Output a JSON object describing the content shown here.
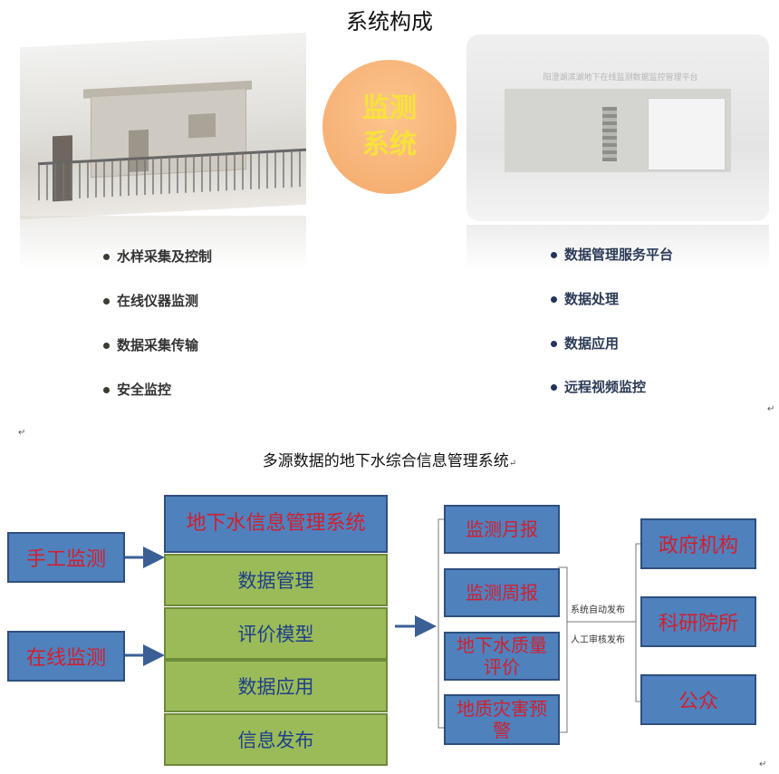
{
  "header": {
    "title": "系统构成"
  },
  "circle": {
    "label": "监测系统"
  },
  "screen": {
    "header_text": "阳澄湖滨湖地下在线监测数据监控管理平台"
  },
  "left_bullets": [
    "水样采集及控制",
    "在线仪器监测",
    "数据采集传输",
    "安全监控"
  ],
  "right_bullets": [
    "数据管理服务平台",
    "数据处理",
    "数据应用",
    "远程视频监控"
  ],
  "para_mark": "↵",
  "diagram": {
    "title": "多源数据的地下水综合信息管理系统",
    "inputs": [
      "手工监测",
      "在线监测"
    ],
    "system_title": "地下水信息管理系统",
    "modules": [
      "数据管理",
      "评价模型",
      "数据应用",
      "信息发布"
    ],
    "outputs": [
      "监测月报",
      "监测周报",
      "地下水质量评价",
      "地质灾害预警"
    ],
    "publish_labels": [
      "系统自动发布",
      "人工审核发布"
    ],
    "recipients": [
      "政府机构",
      "科研院所",
      "公众"
    ]
  },
  "colors": {
    "box_blue": "#4f81bd",
    "box_green": "#9bbb59",
    "text_red": "#d0202f",
    "text_navy": "#1f3f8a",
    "circle_orange": "#f4a86a",
    "circle_text": "#f7e23b"
  }
}
